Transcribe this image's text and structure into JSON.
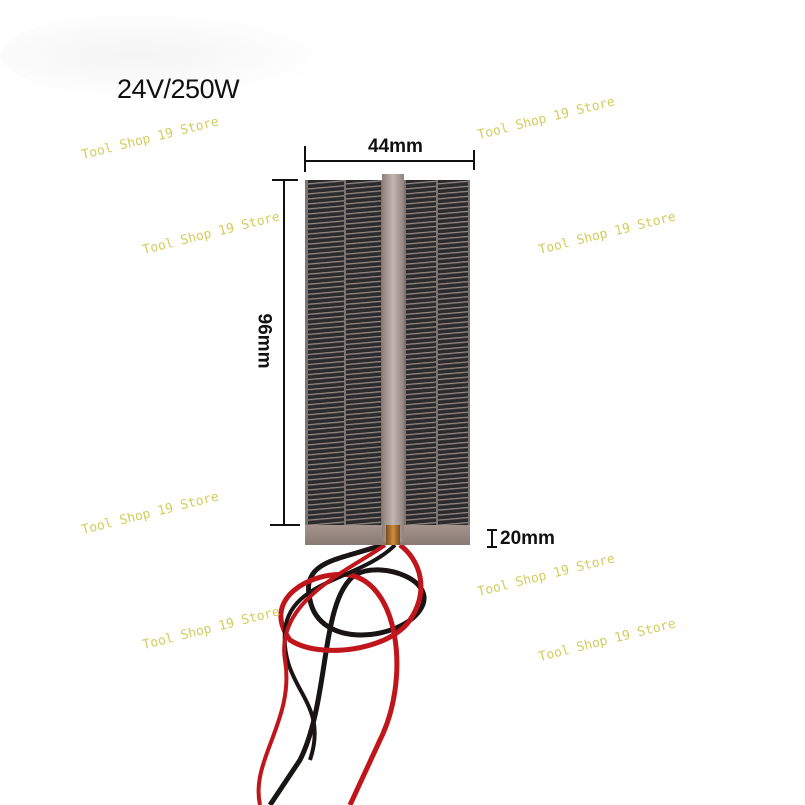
{
  "product": {
    "spec_label": "24V/250W",
    "width_label": "44mm",
    "height_label": "96mm",
    "depth_label": "20mm"
  },
  "watermark": {
    "text": "Tool Shop 19 Store",
    "color": "#d4cc5c"
  },
  "colors": {
    "wire_red": "#c0161b",
    "wire_black": "#1a1414"
  }
}
